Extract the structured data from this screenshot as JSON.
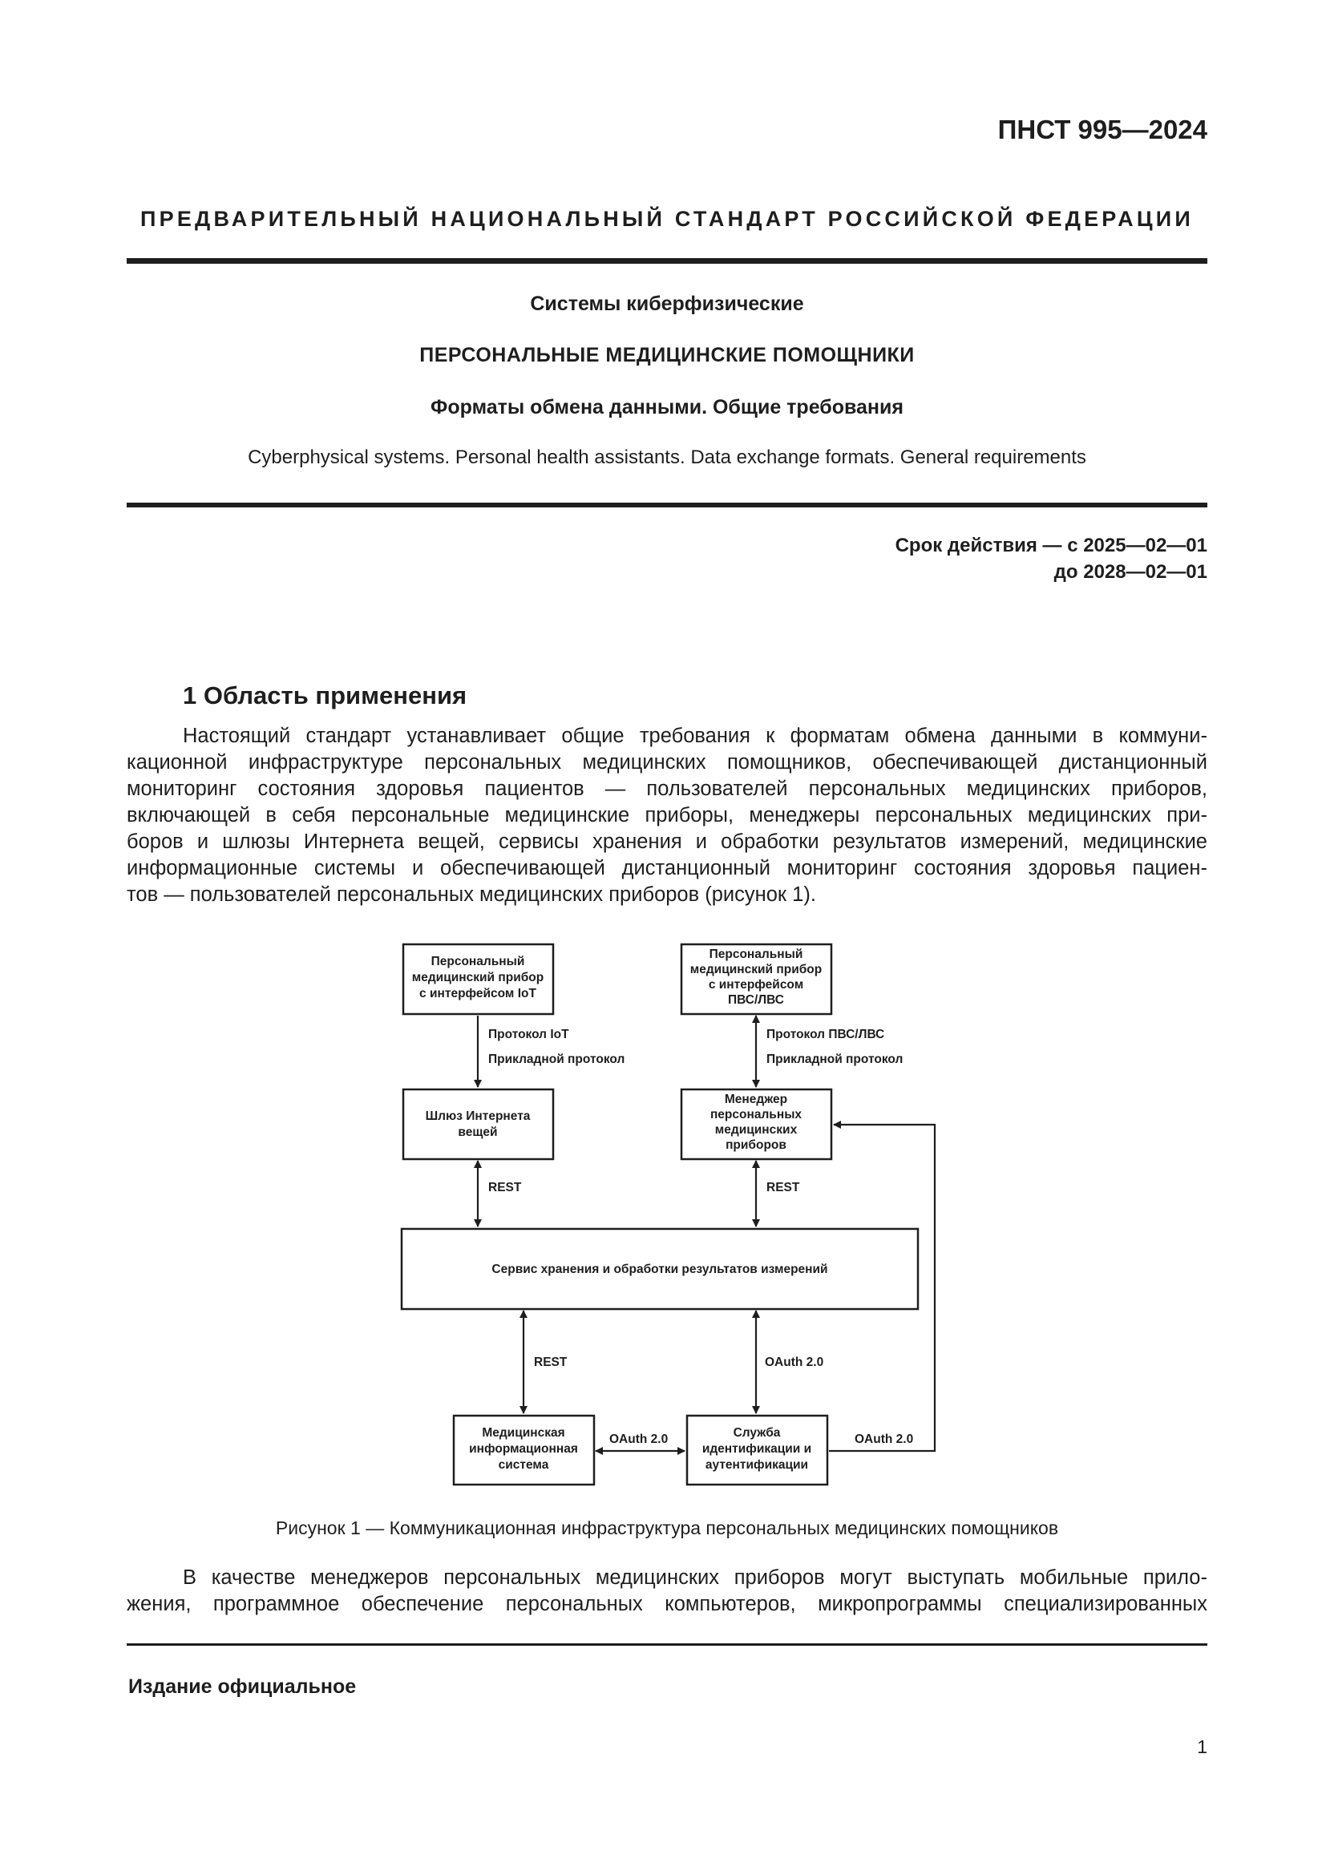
{
  "doc_number": "ПНСТ 995—2024",
  "header_title": "ПРЕДВАРИТЕЛЬНЫЙ НАЦИОНАЛЬНЫЙ СТАНДАРТ РОССИЙСКОЙ ФЕДЕРАЦИИ",
  "title": {
    "line1": "Системы киберфизические",
    "line2": "ПЕРСОНАЛЬНЫЕ МЕДИЦИНСКИЕ ПОМОЩНИКИ",
    "line3": "Форматы обмена данными. Общие требования",
    "english": "Cyberphysical systems. Personal health assistants. Data exchange formats. General requirements"
  },
  "validity": {
    "line1": "Срок действия — с 2025—02—01",
    "line2": "до 2028—02—01"
  },
  "section1": {
    "heading": "1 Область применения",
    "para1_lines": [
      "Настоящий стандарт устанавливает общие требования к форматам обмена данными в коммуни-",
      "кационной инфраструктуре персональных медицинских помощников, обеспечивающей дистанционный",
      "мониторинг состояния здоровья пациентов — пользователей персональных медицинских приборов,",
      "включающей в себя персональные медицинские приборы, менеджеры персональных медицинских при-",
      "боров и шлюзы Интернета вещей, сервисы хранения и обработки результатов измерений, медицинские",
      "информационные системы и обеспечивающей дистанционный мониторинг состояния здоровья пациен-",
      "тов — пользователей персональных медицинских приборов (рисунок 1)."
    ],
    "para2_lines": [
      "В качестве менеджеров персональных медицинских приборов могут выступать мобильные прило-",
      "жения, программное обеспечение персональных компьютеров, микропрограммы специализированных"
    ]
  },
  "figure": {
    "box_iot_device": [
      "Персональный",
      "медицинский прибор",
      "с интерфейсом IoT"
    ],
    "box_pvs_device": [
      "Персональный",
      "медицинский прибор",
      "с интерфейсом",
      "ПВС/ЛВС"
    ],
    "label_iot_protocol": "Протокол IoT",
    "label_app_protocol_left": "Прикладной протокол",
    "label_pvs_protocol": "Протокол ПВС/ЛВС",
    "label_app_protocol_right": "Прикладной протокол",
    "box_gateway": [
      "Шлюз Интернета",
      "вещей"
    ],
    "box_manager": [
      "Менеджер",
      "персональных",
      "медицинских",
      "приборов"
    ],
    "label_rest_left": "REST",
    "label_rest_right": "REST",
    "box_service": "Сервис хранения и обработки результатов измерений",
    "label_rest_bottom": "REST",
    "label_oauth_vertical": "OAuth 2.0",
    "box_mis": [
      "Медицинская",
      "информационная",
      "система"
    ],
    "box_auth": [
      "Служба",
      "идентификации и",
      "аутентификации"
    ],
    "label_oauth_mid": "OAuth 2.0",
    "label_oauth_right": "OAuth 2.0",
    "caption": "Рисунок 1 — Коммуникационная инфраструктура персональных медицинских помощников"
  },
  "footer": {
    "official": "Издание официальное",
    "page_number": "1"
  }
}
